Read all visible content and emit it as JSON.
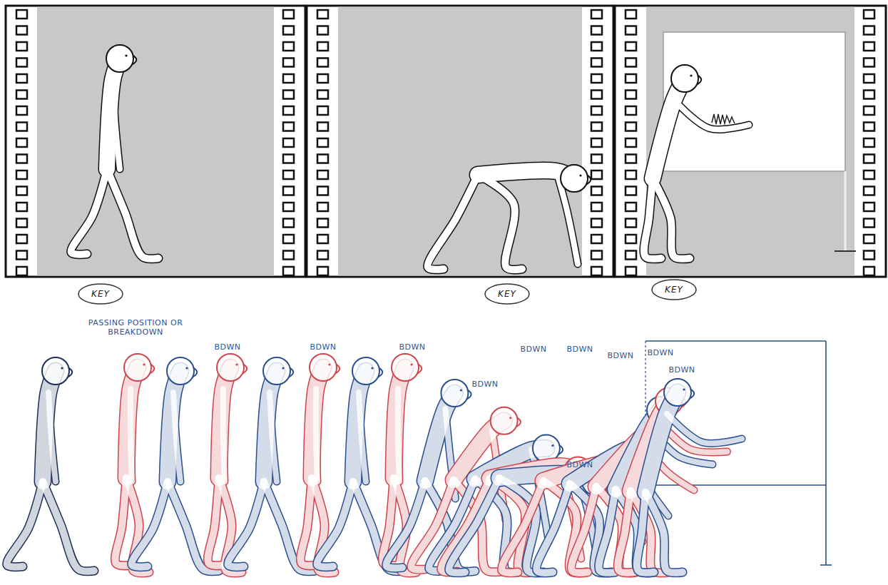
{
  "diagram": {
    "nodes": [
      {
        "text": [
          "KEY"
        ]
      },
      {
        "text": [
          "KEY"
        ]
      },
      {
        "text": [
          "KEY"
        ]
      }
    ],
    "labels": [
      "PASSING POSITION OR BREAKDOWN",
      "BDWN",
      "BDWN",
      "BDWN",
      "BDWN",
      "BDWN",
      "BDWN",
      "BDWN",
      "BDWN",
      "BDWN",
      "BDWN"
    ]
  }
}
